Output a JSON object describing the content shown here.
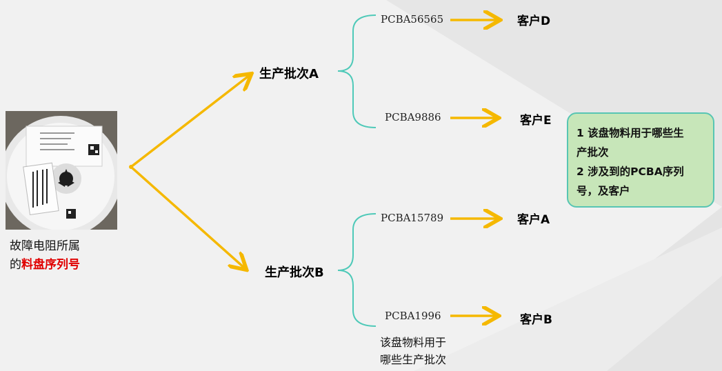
{
  "photo": {
    "label": "reel-photo"
  },
  "caption": {
    "line1": "故障电阻所属",
    "line2_prefix": "的",
    "line2_highlight": "料盘序列号"
  },
  "batches": [
    {
      "name": "生产批次A",
      "pcbas": [
        {
          "id": "PCBA56565",
          "customer": "客户D"
        },
        {
          "id": "PCBA9886",
          "customer": "客户E"
        }
      ]
    },
    {
      "name": "生产批次B",
      "pcbas": [
        {
          "id": "PCBA15789",
          "customer": "客户A"
        },
        {
          "id": "PCBA1996",
          "customer": "客户B"
        }
      ]
    }
  ],
  "note": {
    "line1": "1 该盘物料用于哪些生",
    "line2": "产批次",
    "line3": "2 涉及到的PCBA序列",
    "line4": "号，及客户"
  },
  "bottom_note": {
    "line1": "该盘物料用于",
    "line2": "哪些生产批次"
  },
  "colors": {
    "arrow": "#f5b800",
    "bracket": "#4ec9b8",
    "note_bg": "#c7e6b9",
    "highlight": "#e00000"
  }
}
